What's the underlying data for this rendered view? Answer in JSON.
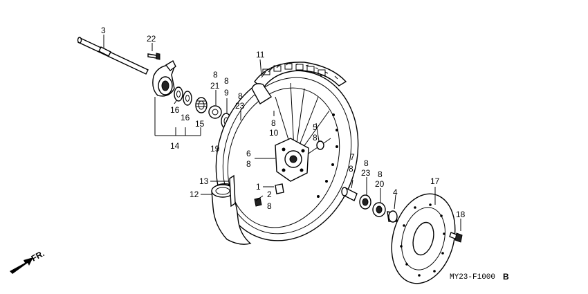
{
  "diagram": {
    "part_numbers": {
      "p1": "1",
      "p2": "2",
      "p3": "3",
      "p4": "4",
      "p5": "5",
      "p6": "6",
      "p7": "7",
      "p8": "8",
      "p9": "9",
      "p10": "10",
      "p11": "11",
      "p12": "12",
      "p13": "13",
      "p14": "14",
      "p15": "15",
      "p16": "16",
      "p17": "17",
      "p18": "18",
      "p19": "19",
      "p20": "20",
      "p21": "21",
      "p22": "22",
      "p23": "23"
    },
    "direction_label": "FR.",
    "diagram_code": "MY23-F1000",
    "diagram_suffix": "B"
  }
}
